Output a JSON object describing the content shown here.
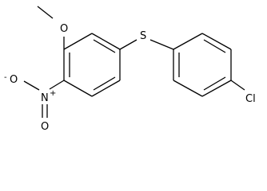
{
  "molecule": {
    "atoms": {
      "oxygen_methoxy": "O",
      "sulfur": "S",
      "nitrogen": "N",
      "nitro_oxygen_negative": "O",
      "nitro_negative_charge": "-",
      "nitrogen_positive_charge": "+",
      "nitro_oxygen_double": "O",
      "chlorine": "Cl"
    }
  },
  "colors": {
    "bond": "#000000",
    "text": "#000000",
    "background": "#ffffff"
  }
}
